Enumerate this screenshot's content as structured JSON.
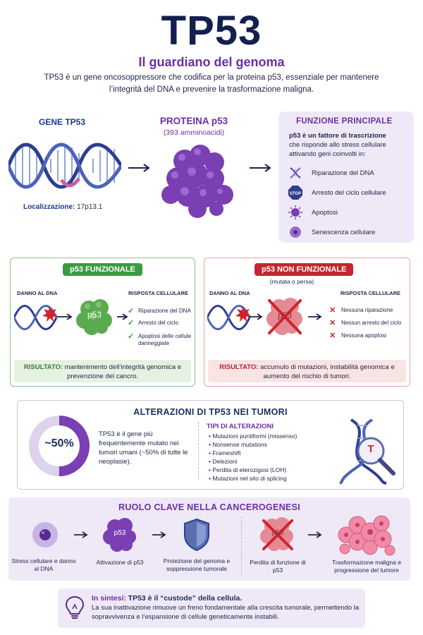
{
  "header": {
    "title": "TP53",
    "subtitle": "Il guardiano del genoma",
    "intro": "TP53 è un gene oncosoppressore che codifica per la proteina p53, essenziale per mantenere l’integrità del DNA e prevenire la trasformazione maligna."
  },
  "gene": {
    "label": "GENE TP53",
    "localization_label": "Localizzazione:",
    "localization_value": "17p13.1"
  },
  "protein": {
    "label": "PROTEINA p53",
    "sub": "(393 amminoacidi)"
  },
  "function": {
    "title": "FUNZIONE PRINCIPALE",
    "desc_bold": "p53 è un fattore di trascrizione",
    "desc_rest": "che risponde allo stress cellulare attivando geni coinvolti in:",
    "items": [
      {
        "label": "Riparazione del DNA",
        "icon": "dna-icon"
      },
      {
        "label": "Arresto del ciclo cellulare",
        "icon": "stop-icon"
      },
      {
        "label": "Apoptosi",
        "icon": "apoptosis-icon"
      },
      {
        "label": "Senescenza cellulare",
        "icon": "senescence-icon"
      }
    ]
  },
  "functional": {
    "tag": "p53 FUNZIONALE",
    "damage_head": "DANNO AL DNA",
    "response_head": "RISPOSTA CELLULARE",
    "protein_label": "p53",
    "responses": [
      "Riparazione del DNA",
      "Arresto del ciclo",
      "Apoptosi delle cellule danneggiate"
    ],
    "result_bold": "RISULTATO:",
    "result_text": "mantenimento dell’integrità genomica e prevenzione del cancro."
  },
  "nonfunctional": {
    "tag": "p53 NON FUNZIONALE",
    "tag_sub": "(mutata o persa)",
    "damage_head": "DANNO AL DNA",
    "response_head": "RISPOSTA CELLULARE",
    "protein_label": "p53",
    "responses": [
      "Nessuna riparazione",
      "Nessun arresto del ciclo",
      "Nessuna apoptosi"
    ],
    "result_bold": "RISULTATO:",
    "result_text": "accumulo di mutazioni, instabilità genomica e aumento del rischio di tumori."
  },
  "alterations": {
    "title": "ALTERAZIONI DI TP53 NEI TUMORI",
    "percent_label": "~50%",
    "percent_value": 50,
    "desc": "TP53 è il gene più frequentemente mutato nei tumori umani (~50% di tutte le neoplasie).",
    "types_title": "TIPI DI ALTERAZIONI",
    "types": [
      "Mutazioni puntiformi (missenso)",
      "Nonsense mutations",
      "Frameshift",
      "Delezioni",
      "Perdita di eterozigosi (LOH)",
      "Mutazioni nel sito di splicing"
    ],
    "magnifier_letter": "T"
  },
  "role": {
    "title": "RUOLO CLAVE NELLA CANCEROGENESI",
    "steps": [
      "Stress cellulare e danno al DNA",
      "Attivazione di p53",
      "Protezione del genoma e soppressione tumorale",
      "Perdita di funzione di p53",
      "Trasformazione maligna e progressione del tumore"
    ],
    "p53_label": "p53"
  },
  "summary": {
    "bold_prefix": "In sintesi:",
    "headline_rest": "TP53 è il “custode” della cellula.",
    "text": "La sua inattivazione rimuove un freno fondamentale alla crescita tumorale, permettendo la sopravvivenza e l’espansione di cellule geneticamente instabili."
  },
  "colors": {
    "navy": "#13204f",
    "purple": "#6b2fa4",
    "green": "#3c9a42",
    "red": "#c3262e",
    "lavender": "#efe9f7"
  }
}
